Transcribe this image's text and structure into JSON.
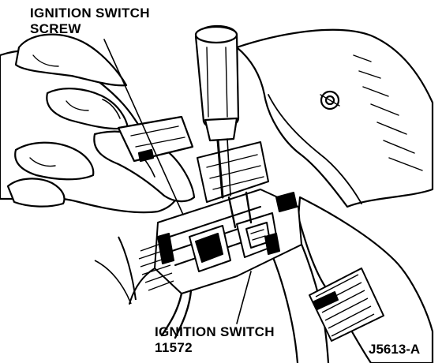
{
  "figure": {
    "labels": {
      "screw": {
        "line1": "IGNITION SWITCH",
        "line2": "SCREW"
      },
      "switch": {
        "line1": "IGNITION SWITCH",
        "line2": "11572"
      }
    },
    "figure_code": "J5613-A",
    "colors": {
      "ink": "#000000",
      "paper": "#ffffff"
    },
    "icons": [
      "hand-icon",
      "screwdriver-icon",
      "steering-column-icon",
      "ignition-switch-icon",
      "dash-vent-icon"
    ]
  }
}
